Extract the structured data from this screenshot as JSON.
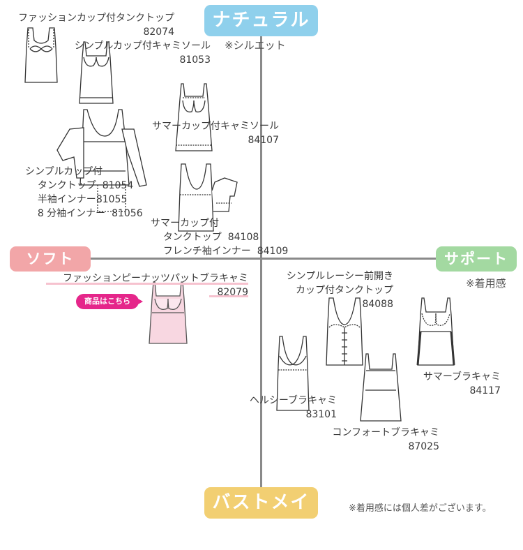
{
  "axes": {
    "top": "ナチュラル",
    "bottom": "バストメイク",
    "left": "ソフト",
    "right": "サポート",
    "top_note": "※シルエット",
    "right_note": "※着用感"
  },
  "footer_note": "※着用感には個人差がございます。",
  "cta_label": "商品はこちら",
  "colors": {
    "natural": "#8fd0ec",
    "bustmake": "#f2cf72",
    "soft": "#f2a6a8",
    "support": "#a3d9a1",
    "cta": "#e5268a",
    "highlight_fill": "#f8d7e1"
  },
  "products": [
    {
      "name": "ファッションカップ付タンクトップ",
      "code": "82074"
    },
    {
      "name": "シンプルカップ付キャミソール",
      "code": "81053"
    },
    {
      "name": "サマーカップ付キャミソール",
      "code": "84107"
    },
    {
      "lines": [
        "シンプルカップ付",
        "タンクトップ",
        "半袖インナー",
        "8 分袖インナー"
      ],
      "codes": [
        "81054",
        "81055",
        "81056"
      ]
    },
    {
      "lines": [
        "サマーカップ付",
        "タンクトップ",
        "フレンチ袖インナー"
      ],
      "codes": [
        "84108",
        "84109"
      ]
    },
    {
      "name": "ファッションピーナッツパットブラキャミ",
      "code": "82079",
      "highlighted": true
    },
    {
      "lines": [
        "シンプルレーシー前開き",
        "カップ付タンクトップ"
      ],
      "code": "84088"
    },
    {
      "name": "サマーブラキャミ",
      "code": "84117"
    },
    {
      "name": "ヘルシーブラキャミ",
      "code": "83101"
    },
    {
      "name": "コンフォートブラキャミ",
      "code": "87025"
    }
  ]
}
